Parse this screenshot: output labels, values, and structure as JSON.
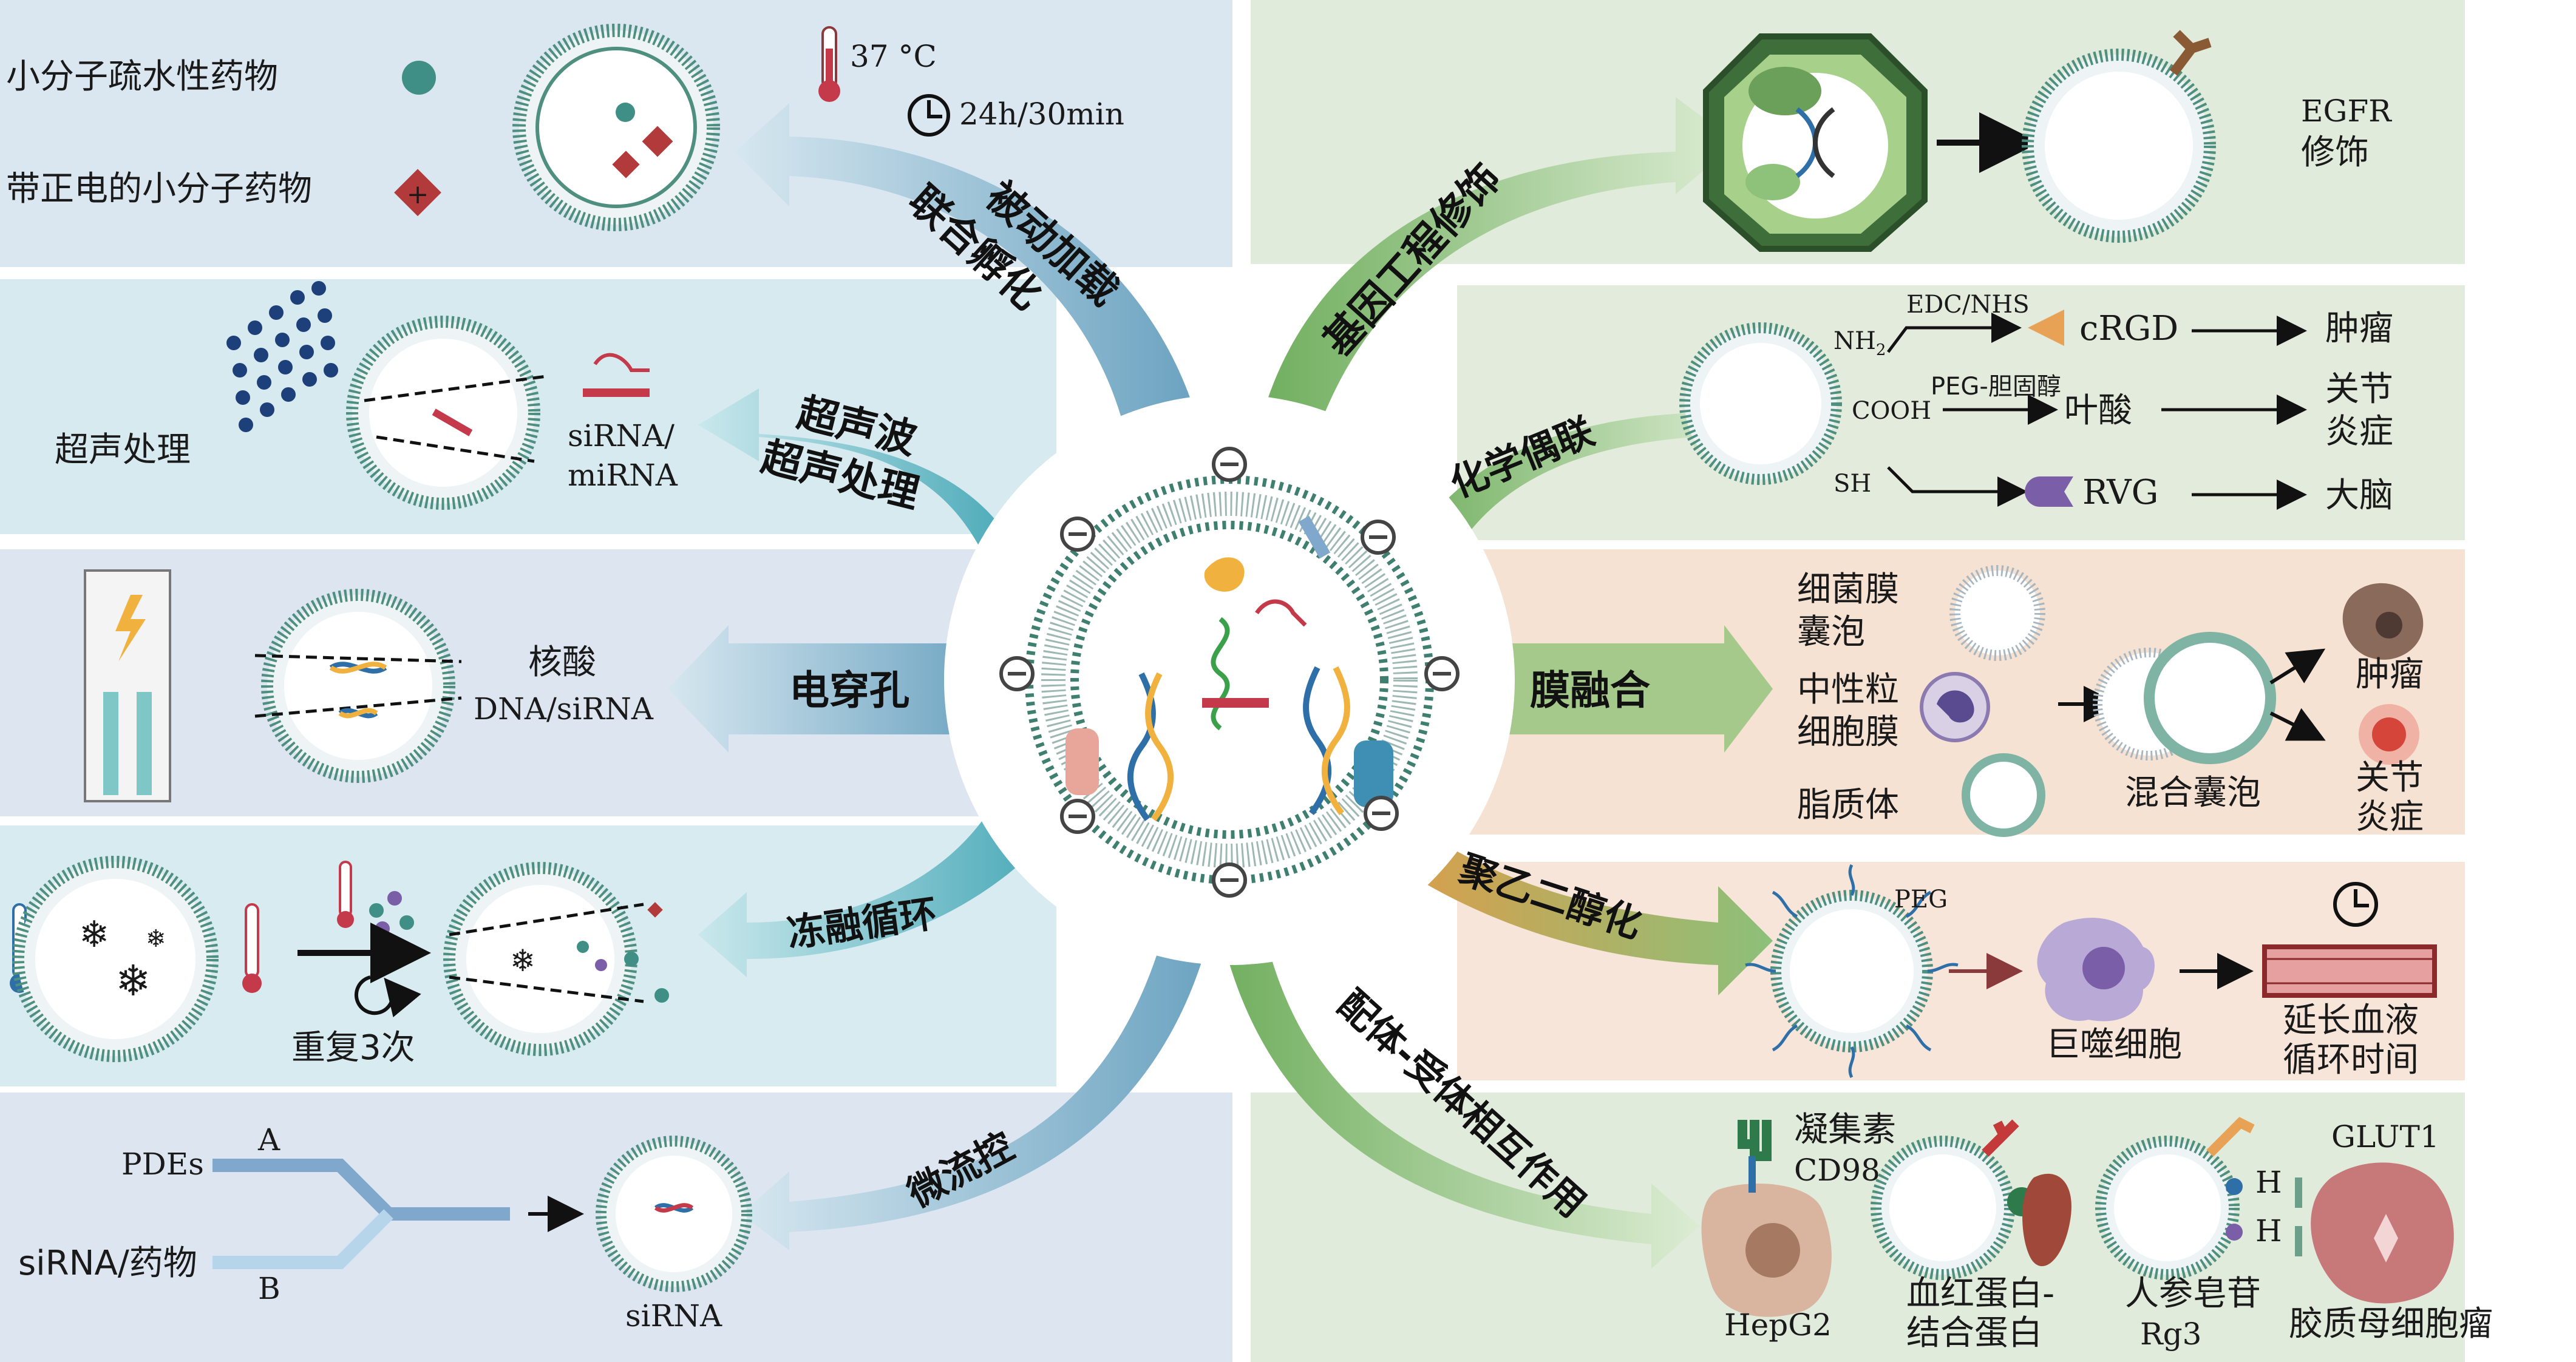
{
  "left_panels": {
    "passive": {
      "arrow_label_1": "被动加载",
      "arrow_label_2": "联合孵化",
      "legend_hydrophobic": "小分子疏水性药物",
      "legend_positive": "带正电的小分子药物",
      "temperature": "37 °C",
      "time": "24h/30min"
    },
    "ultrasound": {
      "arrow_label_1": "超声波",
      "arrow_label_2": "超声处理",
      "process_label": "超声处理",
      "cargo_label_1": "siRNA/",
      "cargo_label_2": "miRNA"
    },
    "electroporation": {
      "arrow_label": "电穿孔",
      "cargo_label_1": "核酸",
      "cargo_label_2": "DNA/siRNA"
    },
    "freeze_thaw": {
      "arrow_label": "冻融循环",
      "repeat_label": "重复3次"
    },
    "microfluidic": {
      "arrow_label": "微流控",
      "inlet_a_name": "PDEs",
      "inlet_a_letter": "A",
      "inlet_b_name": "siRNA/药物",
      "inlet_b_letter": "B",
      "product_label": "siRNA"
    }
  },
  "right_panels": {
    "genetic": {
      "arrow_label": "基因工程修饰",
      "result_1": "EGFR",
      "result_2": "修饰"
    },
    "chemical": {
      "arrow_label": "化学偶联",
      "group_nh2": "NH",
      "group_nh2_sub": "2",
      "group_cooh": "COOH",
      "group_sh": "SH",
      "reagent_1": "EDC/NHS",
      "reagent_2": "PEG-胆固醇",
      "ligand_1": "cRGD",
      "ligand_2": "叶酸",
      "ligand_3": "RVG",
      "target_1": "肿瘤",
      "target_2a": "关节",
      "target_2b": "炎症",
      "target_3": "大脑"
    },
    "fusion": {
      "arrow_label": "膜融合",
      "src_1a": "细菌膜",
      "src_1b": "囊泡",
      "src_2a": "中性粒",
      "src_2b": "细胞膜",
      "src_3": "脂质体",
      "mixed": "混合囊泡",
      "target_1": "肿瘤",
      "target_2a": "关节",
      "target_2b": "炎症"
    },
    "pegylation": {
      "arrow_label": "聚乙二醇化",
      "peg_label": "PEG",
      "cell_label": "巨噬细胞",
      "result_1": "延长血液",
      "result_2": "循环时间"
    },
    "ligand": {
      "arrow_label": "配体-受体相互作用",
      "lectin": "凝集素",
      "cd98": "CD98",
      "hepg2": "HepG2",
      "hb_1": "血红蛋白-",
      "hb_2": "结合蛋白",
      "gin_1": "人参皂苷",
      "gin_2": "Rg3",
      "glut1": "GLUT1",
      "glioma": "胶质母细胞瘤",
      "h_bond": "H"
    }
  },
  "colors": {
    "left_bg": "#dce8f1",
    "left_bg_alt": "#e6eef5",
    "right_bg_green": "#e2ecdc",
    "right_bg_peach": "#f6e3d5",
    "membrane": "#4e8f80",
    "arrow_blue": "#8fb8cf",
    "arrow_teal": "#5fb3bf",
    "arrow_green": "#8cc07a",
    "arrow_orange": "#e6a55c"
  }
}
